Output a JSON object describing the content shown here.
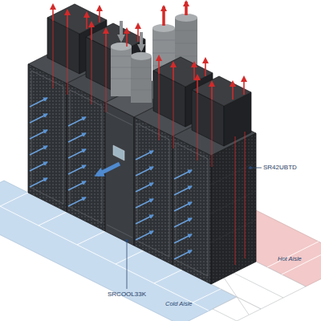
{
  "diagram": {
    "labels": [
      "SR42UBTD",
      "SRCOOL33K",
      "Cold Aisle",
      "Hot Aisle"
    ]
  }
}
